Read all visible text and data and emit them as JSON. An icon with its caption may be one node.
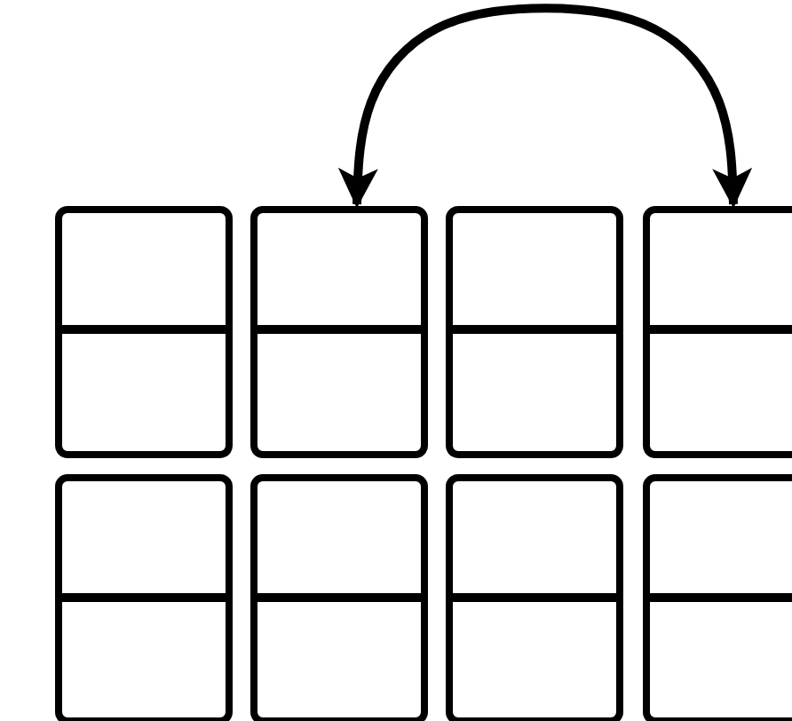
{
  "diagram": {
    "nodes": [
      {
        "text": [],
        "shape": "box"
      },
      {
        "text": [],
        "shape": "box"
      },
      {
        "text": [],
        "shape": "box"
      },
      {
        "text": [],
        "shape": "box"
      },
      {
        "text": [],
        "shape": "box"
      },
      {
        "text": [],
        "shape": "box"
      },
      {
        "text": [],
        "shape": "box"
      },
      {
        "text": [],
        "shape": "box"
      }
    ],
    "edges": [
      {
        "from": 1,
        "to": 3,
        "arrow": "both"
      }
    ]
  }
}
